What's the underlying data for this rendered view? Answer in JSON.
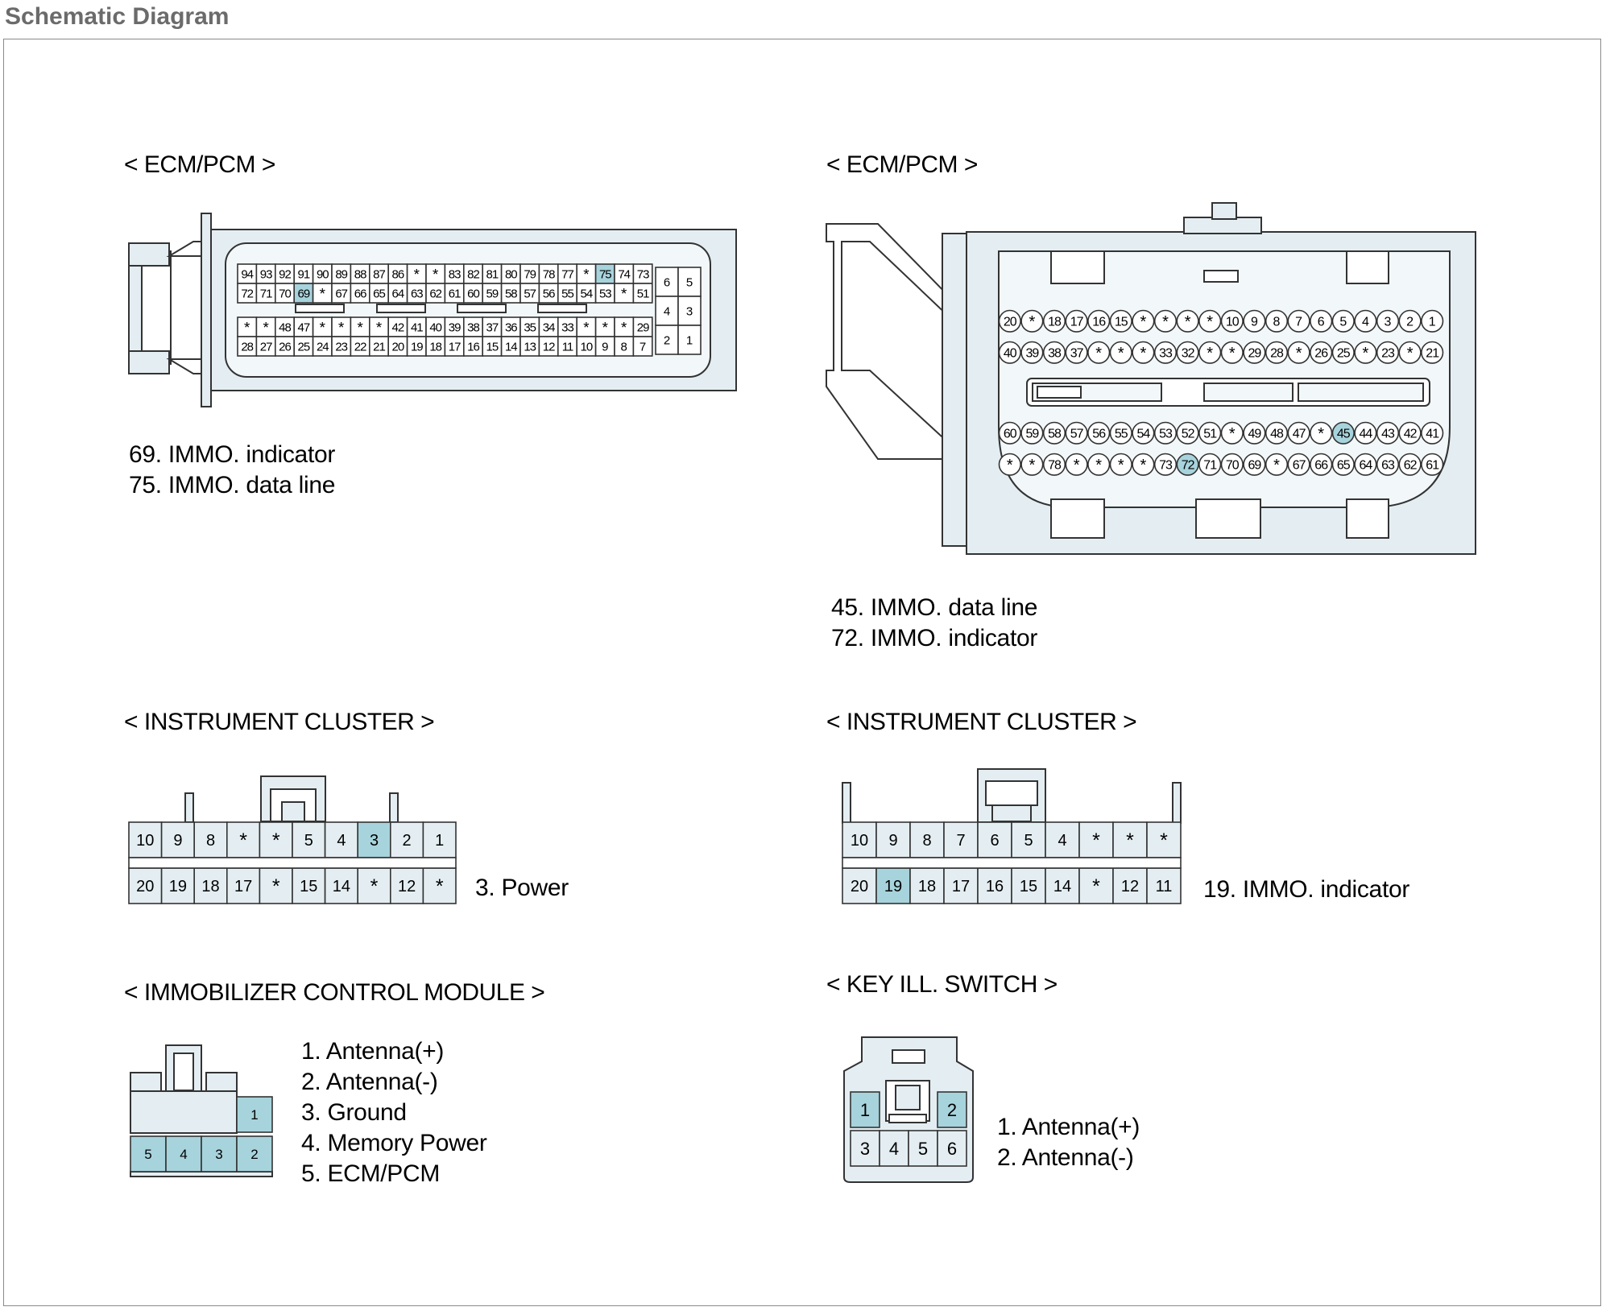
{
  "title": "Schematic Diagram",
  "colors": {
    "highlight": "#a7d3dc",
    "body": "#e4eef2",
    "outline": "#333333"
  },
  "ecm_left": {
    "header": "< ECM/PCM >",
    "rows": [
      [
        "94",
        "93",
        "92",
        "91",
        "90",
        "89",
        "88",
        "87",
        "86",
        "*",
        "*",
        "83",
        "82",
        "81",
        "80",
        "79",
        "78",
        "77",
        "*",
        "75",
        "74",
        "73"
      ],
      [
        "72",
        "71",
        "70",
        "69",
        "*",
        "67",
        "66",
        "65",
        "64",
        "63",
        "62",
        "61",
        "60",
        "59",
        "58",
        "57",
        "56",
        "55",
        "54",
        "53",
        "*",
        "51"
      ],
      [
        "*",
        "*",
        "48",
        "47",
        "*",
        "*",
        "*",
        "*",
        "42",
        "41",
        "40",
        "39",
        "38",
        "37",
        "36",
        "35",
        "34",
        "33",
        "*",
        "*",
        "*",
        "29"
      ],
      [
        "28",
        "27",
        "26",
        "25",
        "24",
        "23",
        "22",
        "21",
        "20",
        "19",
        "18",
        "17",
        "16",
        "15",
        "14",
        "13",
        "12",
        "11",
        "10",
        "9",
        "8",
        "7"
      ]
    ],
    "side_pins": [
      [
        "6",
        "5"
      ],
      [
        "4",
        "3"
      ],
      [
        "2",
        "1"
      ]
    ],
    "highlight": [
      "75",
      "69"
    ],
    "labels": [
      "69. IMMO. indicator",
      "75. IMMO. data line"
    ]
  },
  "ecm_right": {
    "header": "< ECM/PCM >",
    "rows": [
      [
        "20",
        "*",
        "18",
        "17",
        "16",
        "15",
        "*",
        "*",
        "*",
        "*",
        "10",
        "9",
        "8",
        "7",
        "6",
        "5",
        "4",
        "3",
        "2",
        "1"
      ],
      [
        "40",
        "39",
        "38",
        "37",
        "*",
        "*",
        "*",
        "33",
        "32",
        "*",
        "*",
        "29",
        "28",
        "*",
        "26",
        "25",
        "*",
        "23",
        "*",
        "21"
      ],
      [
        "60",
        "59",
        "58",
        "57",
        "56",
        "55",
        "54",
        "53",
        "52",
        "51",
        "*",
        "49",
        "48",
        "47",
        "*",
        "45",
        "44",
        "43",
        "42",
        "41"
      ],
      [
        "*",
        "*",
        "78",
        "*",
        "*",
        "*",
        "*",
        "73",
        "72",
        "71",
        "70",
        "69",
        "*",
        "67",
        "66",
        "65",
        "64",
        "63",
        "62",
        "61"
      ]
    ],
    "highlight": [
      "45",
      "72"
    ],
    "labels": [
      "45. IMMO. data line",
      "72. IMMO. indicator"
    ]
  },
  "cluster_left": {
    "header": "< INSTRUMENT CLUSTER >",
    "rows": [
      [
        "10",
        "9",
        "8",
        "*",
        "*",
        "5",
        "4",
        "3",
        "2",
        "1"
      ],
      [
        "20",
        "19",
        "18",
        "17",
        "*",
        "15",
        "14",
        "*",
        "12",
        "*"
      ]
    ],
    "highlight": [
      "3"
    ],
    "labels": [
      "3. Power"
    ]
  },
  "cluster_right": {
    "header": "< INSTRUMENT CLUSTER >",
    "rows": [
      [
        "10",
        "9",
        "8",
        "7",
        "6",
        "5",
        "4",
        "*",
        "*",
        "*"
      ],
      [
        "20",
        "19",
        "18",
        "17",
        "16",
        "15",
        "14",
        "*",
        "12",
        "11"
      ]
    ],
    "highlight": [
      "19"
    ],
    "labels": [
      "19. IMMO. indicator"
    ]
  },
  "immobilizer": {
    "header": "< IMMOBILIZER CONTROL MODULE >",
    "top_pin": "1",
    "bottom_pins": [
      "5",
      "4",
      "3",
      "2"
    ],
    "labels": [
      "1. Antenna(+)",
      "2. Antenna(-)",
      "3. Ground",
      "4. Memory Power",
      "5. ECM/PCM"
    ]
  },
  "key_switch": {
    "header": "< KEY ILL. SWITCH >",
    "top_pins": [
      "1",
      "2"
    ],
    "bottom_pins": [
      "3",
      "4",
      "5",
      "6"
    ],
    "labels": [
      "1. Antenna(+)",
      "2. Antenna(-)"
    ]
  }
}
